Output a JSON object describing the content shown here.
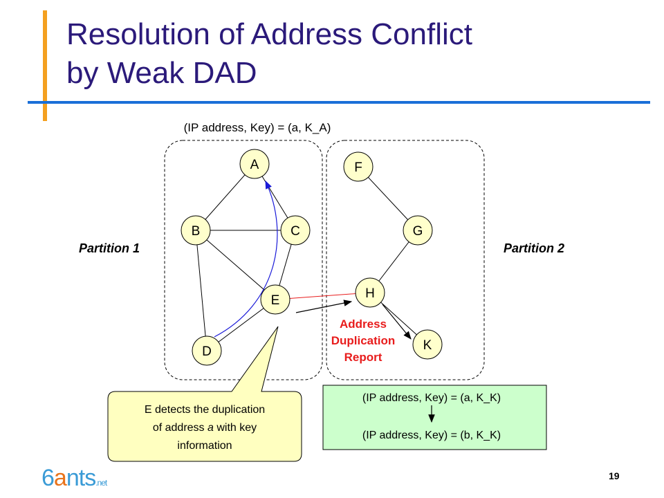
{
  "title_line1": "Resolution of Address Conflict",
  "title_line2": "by Weak DAD",
  "top_label": "(IP address, Key) = (a, K_A)",
  "partition1_label": "Partition 1",
  "partition2_label": "Partition 2",
  "nodes": {
    "A": "A",
    "B": "B",
    "C": "C",
    "D": "D",
    "E": "E",
    "F": "F",
    "G": "G",
    "H": "H",
    "K": "K"
  },
  "report_label": [
    "Address",
    "Duplication",
    "Report"
  ],
  "callout_lines": [
    "E detects the duplication",
    "of address ",
    "a",
    " with key",
    "information"
  ],
  "green_box": {
    "line1": "(IP address, Key) = (a, K_K)",
    "line2": "(IP address, Key) = (b, K_K)"
  },
  "page_number": "19",
  "logo": {
    "main_prefix": "6",
    "main_a": "a",
    "main_rest": "nts",
    "suffix": ".net"
  },
  "colors": {
    "title": "#2b1a7a",
    "accent_bar": "#f4a020",
    "rule": "#1a6fd8",
    "node_fill": "#ffffcc",
    "callout_fill": "#ffffc0",
    "green_fill": "#ccffcc",
    "report_text": "#e81c1c",
    "arrow_blue": "#1a1ad8"
  }
}
